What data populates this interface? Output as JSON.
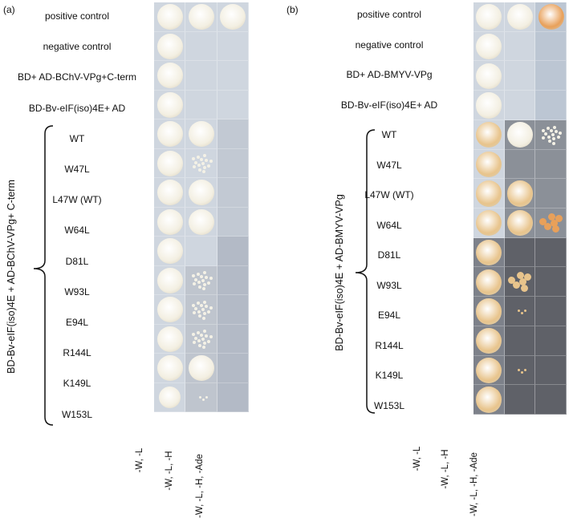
{
  "panels": [
    {
      "letter": "(a)",
      "controls": [
        "positive control",
        "negative control",
        "BD+ AD-BChV-VPg+C-term",
        "BD-Bv-eIF(iso)4E+ AD"
      ],
      "mutants": [
        "WT",
        "W47L",
        "L47W (WT)",
        "W64L",
        "D81L",
        "W93L",
        "E94L",
        "R144L",
        "K149L",
        "W153L"
      ],
      "group_label": "BD-Bv-eIF(iso)4E + AD-BChV-VPg+ C-term",
      "media": [
        "-W, -L",
        "-W, -L, -H",
        "-W, -L, -H, -Ade"
      ],
      "growth": [
        [
          "full",
          "full",
          "full"
        ],
        [
          "full",
          "none",
          "none"
        ],
        [
          "full",
          "none",
          "none"
        ],
        [
          "full",
          "none",
          "none"
        ],
        [
          "full",
          "full",
          "none"
        ],
        [
          "full",
          "speckled",
          "none"
        ],
        [
          "full",
          "full",
          "none"
        ],
        [
          "full",
          "full",
          "none"
        ],
        [
          "full",
          "none",
          "none"
        ],
        [
          "full",
          "speckled",
          "none"
        ],
        [
          "full",
          "speckled",
          "none"
        ],
        [
          "full",
          "speckled",
          "none"
        ],
        [
          "full",
          "full",
          "none"
        ],
        [
          "small",
          "trace",
          "none"
        ]
      ]
    },
    {
      "letter": "(b)",
      "controls": [
        "positive control",
        "negative control",
        "BD+ AD-BMYV-VPg",
        "BD-Bv-eIF(iso)4E+ AD"
      ],
      "mutants": [
        "WT",
        "W47L",
        "L47W (WT)",
        "W64L",
        "D81L",
        "W93L",
        "E94L",
        "R144L",
        "K149L",
        "W153L"
      ],
      "group_label": "BD-Bv-eIF(iso)4E + AD-BMYV-VPg",
      "media": [
        "-W, -L",
        "-W, -L, -H",
        "-W, -L, -H, -Ade"
      ],
      "growth": [
        [
          "full",
          "full",
          "orange"
        ],
        [
          "full",
          "none",
          "none"
        ],
        [
          "full",
          "none",
          "none"
        ],
        [
          "full",
          "none",
          "none"
        ],
        [
          "tan",
          "full",
          "speckled"
        ],
        [
          "tan",
          "none",
          "none"
        ],
        [
          "tan",
          "tan",
          "none"
        ],
        [
          "tan",
          "tan",
          "orange-lumpy"
        ],
        [
          "tan",
          "none",
          "none"
        ],
        [
          "tan",
          "tan-lumpy",
          "none"
        ],
        [
          "tan",
          "trace",
          "none"
        ],
        [
          "tan",
          "none",
          "none"
        ],
        [
          "tan",
          "trace",
          "none"
        ],
        [
          "tan",
          "none",
          "none"
        ]
      ]
    }
  ],
  "colors": {
    "plate_light": "#cfd6df",
    "plate_dark_b": "#6e7178",
    "colony_cream": "#f3efe2",
    "colony_tan": "#e8c48c",
    "colony_orange": "#e8a05a"
  }
}
